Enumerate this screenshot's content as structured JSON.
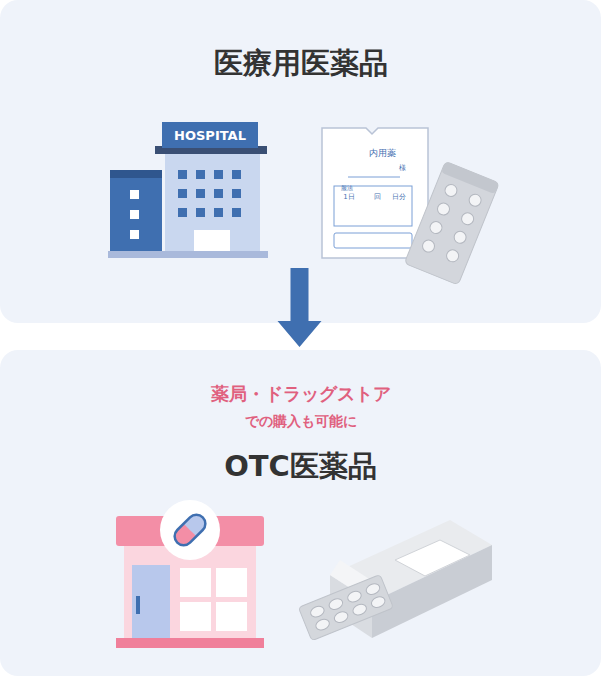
{
  "diagram": {
    "nodes": [
      {
        "text": [
          "医療用医薬品"
        ]
      },
      {
        "text": [
          "薬局・ドラッグストア",
          "での購入も可能に",
          "OTC医薬品"
        ]
      }
    ],
    "edges": [
      {
        "from": 0,
        "to": 1,
        "arrow": "to"
      }
    ],
    "labels": [
      "HOSPITAL",
      "内用薬",
      "様",
      "服法",
      "1日",
      "回",
      "日分"
    ]
  }
}
